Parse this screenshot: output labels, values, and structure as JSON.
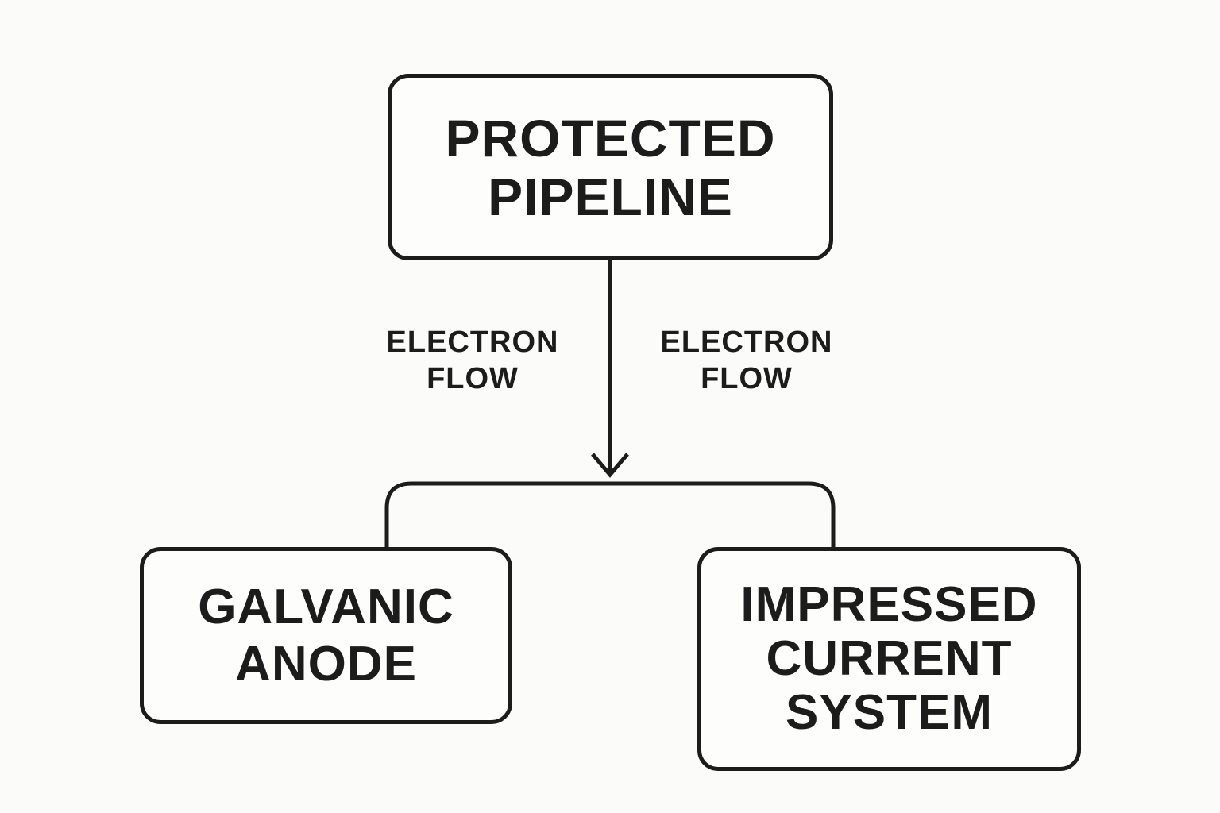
{
  "diagram": {
    "colors": {
      "background": "#fbfbf9",
      "stroke": "#1c1c1c",
      "text": "#1c1c1c"
    },
    "nodes": {
      "top": {
        "id": "protected-pipeline",
        "lines": [
          "PROTECTED",
          "PIPELINE"
        ]
      },
      "left": {
        "id": "galvanic-anode",
        "lines": [
          "GALVANIC",
          "ANODE"
        ]
      },
      "right": {
        "id": "impressed-current-system",
        "lines": [
          "IMPRESSED",
          "CURRENT",
          "SYSTEM"
        ]
      }
    },
    "labels": {
      "left": {
        "lines": [
          "ELECTRON",
          "FLOW"
        ]
      },
      "right": {
        "lines": [
          "ELECTRON",
          "FLOW"
        ]
      }
    },
    "edges": [
      {
        "from": "protected-pipeline",
        "to": "branch",
        "type": "arrow"
      },
      {
        "from": "branch",
        "to": "galvanic-anode",
        "type": "line"
      },
      {
        "from": "branch",
        "to": "impressed-current-system",
        "type": "line"
      }
    ]
  }
}
